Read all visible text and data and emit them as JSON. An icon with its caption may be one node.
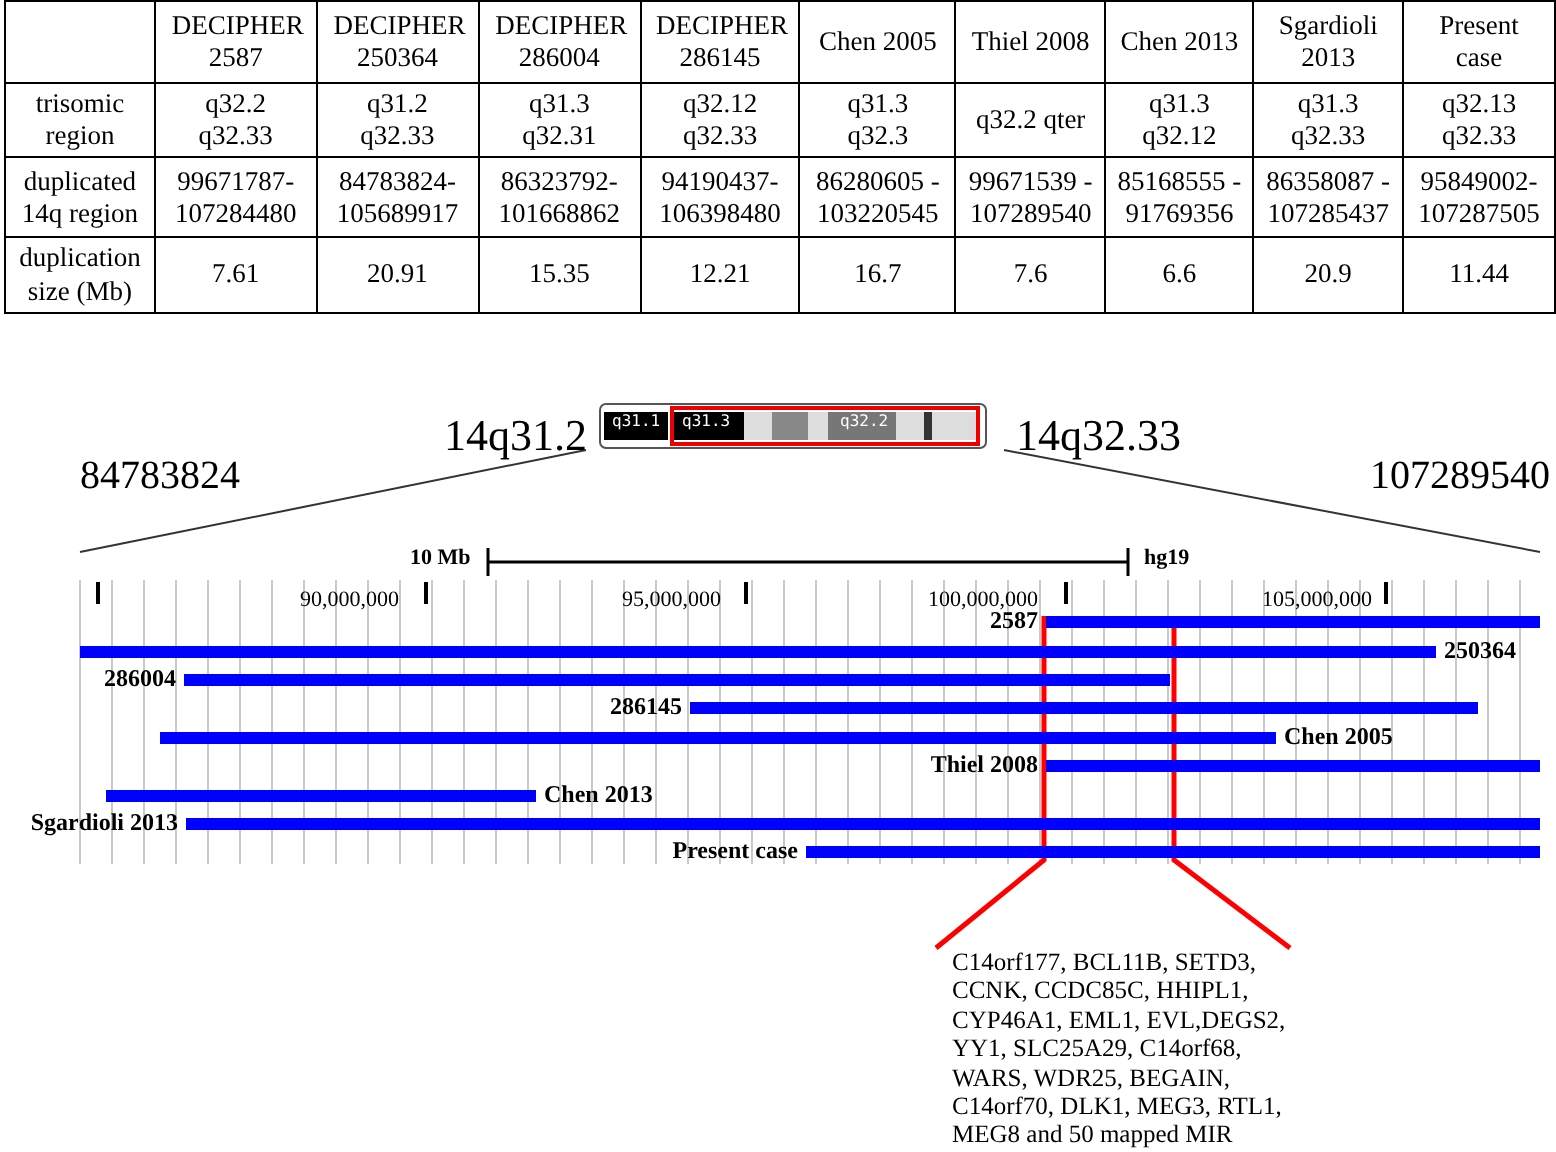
{
  "diagram": {
    "nodes": [
      {
        "text": [],
        "shape": "bar",
        "beside": [
          "2587"
        ]
      },
      {
        "text": [],
        "shape": "bar",
        "beside": [
          "250364"
        ]
      },
      {
        "text": [],
        "shape": "bar",
        "beside": [
          "286004"
        ]
      },
      {
        "text": [],
        "shape": "bar",
        "beside": [
          "286145"
        ]
      },
      {
        "text": [],
        "shape": "bar",
        "beside": [
          "Chen 2005"
        ]
      },
      {
        "text": [],
        "shape": "bar",
        "beside": [
          "Thiel 2008"
        ]
      },
      {
        "text": [],
        "shape": "bar",
        "beside": [
          "Chen 2013"
        ]
      },
      {
        "text": [],
        "shape": "bar",
        "beside": [
          "Sgardioli 2013"
        ]
      },
      {
        "text": [],
        "shape": "bar",
        "beside": [
          "Present case"
        ]
      },
      {
        "text": [
          "C14orf177, BCL11B, SETD3, CCNK, CCDC85C, HHIPL1, CYP46A1, EML1, EVL,DEGS2, YY1, SLC25A29, C14orf68, WARS, WDR25, BEGAIN, C14orf70, DLK1, MEG3, RTL1, MEG8 and 50 mapped MIR"
        ]
      }
    ],
    "edges": [
      {
        "from": 0,
        "to": 9,
        "arrow": "none",
        "color": "#ff0000"
      },
      {
        "from": 0,
        "to": 9,
        "arrow": "none",
        "color": "#ff0000"
      }
    ],
    "labels": [
      "DECIPHER 2587",
      "DECIPHER 250364",
      "DECIPHER 286004",
      "DECIPHER 286145",
      "Chen 2005",
      "Thiel 2008",
      "Chen 2013",
      "Sgardioli 2013",
      "Present case",
      "trisomic region",
      "q32.2 q32.33",
      "q31.2 q32.33",
      "q31.3 q32.31",
      "q32.12 q32.33",
      "q31.3 q32.3",
      "q32.2 qter",
      "q31.3 q32.12",
      "q31.3 q32.33",
      "q32.13 q32.33",
      "duplicated 14q region",
      "99671787- 107284480",
      "84783824- 105689917",
      "86323792- 101668862",
      "94190437- 106398480",
      "86280605 - 103220545",
      "99671539 - 107289540",
      "85168555 - 91769356",
      "86358087 - 107285437",
      "95849002- 107287505",
      "duplication size (Mb)",
      "7.61",
      "20.91",
      "15.35",
      "12.21",
      "16.7",
      "7.6",
      "6.6",
      "20.9",
      "11.44",
      "14q31.2",
      "14q32.33",
      "84783824",
      "107289540",
      "q31.1",
      "q31.3",
      "q32.2",
      "10 Mb",
      "hg19",
      "90,000,000",
      "95,000,000",
      "100,000,000",
      "105,000,000"
    ]
  }
}
